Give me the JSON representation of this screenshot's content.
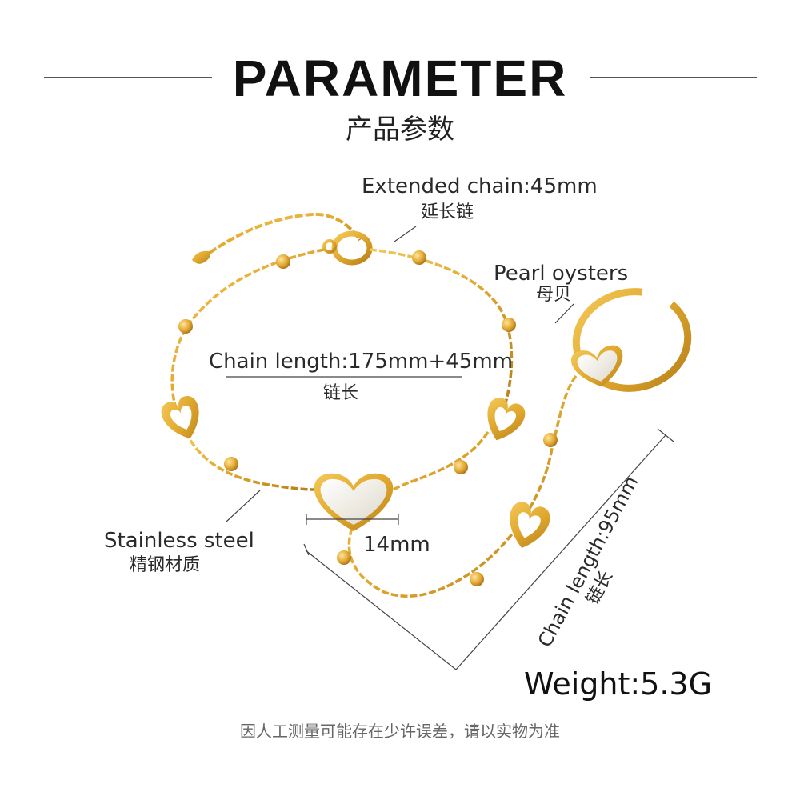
{
  "header": {
    "title": "PARAMETER",
    "subtitle": "产品参数"
  },
  "annotations": {
    "extended_chain": {
      "en": "Extended chain:45mm",
      "cn": "延长链"
    },
    "pearl_oysters": {
      "en": "Pearl oysters",
      "cn": "母贝"
    },
    "chain_length_bracelet": {
      "en": "Chain length:175mm+45mm",
      "cn": "链长"
    },
    "stainless_steel": {
      "en": "Stainless steel",
      "cn": "精钢材质"
    },
    "heart_width": {
      "en": "14mm"
    },
    "chain_length_ring": {
      "en": "Chain length:95mm",
      "cn": "链长"
    },
    "weight": {
      "en": "Weight:5.3G"
    }
  },
  "footer": {
    "note": "因人工测量可能存在少许误差，请以实物为准"
  },
  "colors": {
    "gold": "#e0a82e",
    "gold_dark": "#b7801a",
    "pearl": "#f2efe8"
  }
}
